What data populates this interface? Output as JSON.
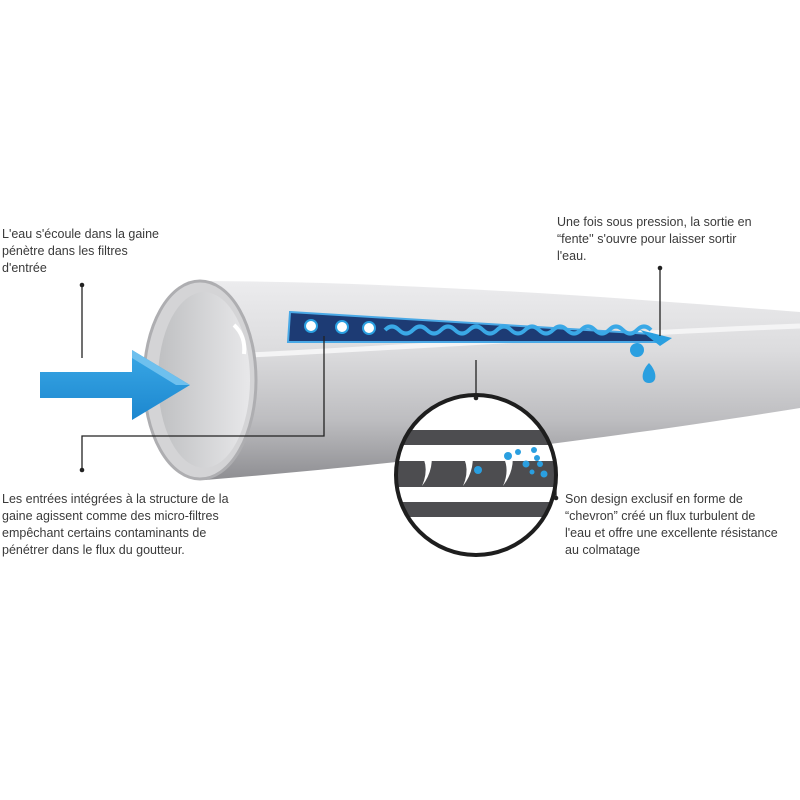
{
  "callouts": {
    "inlet": [
      "L'eau s'écoule dans la gaine",
      "pénètre dans les filtres",
      "d'entrée"
    ],
    "outlet": [
      "Une fois sous pression, la sortie en",
      "“fente'' s'ouvre pour laisser sortir",
      "l'eau."
    ],
    "filters": [
      "Les entrées intégrées à la structure de la",
      "gaine agissent comme des micro-filtres",
      "empêchant certains contaminants de",
      "pénétrer dans le flux du goutteur."
    ],
    "chevron": [
      "Son design exclusif en forme de",
      "“chevron” créé un flux turbulent de",
      "l'eau et offre une excellente résistance",
      "au colmatage"
    ]
  },
  "colors": {
    "water": "#2a9fe0",
    "dripper_dark": "#14305e",
    "pipe_light": "#e4e4e6",
    "pipe_dark": "#8c8c90"
  }
}
